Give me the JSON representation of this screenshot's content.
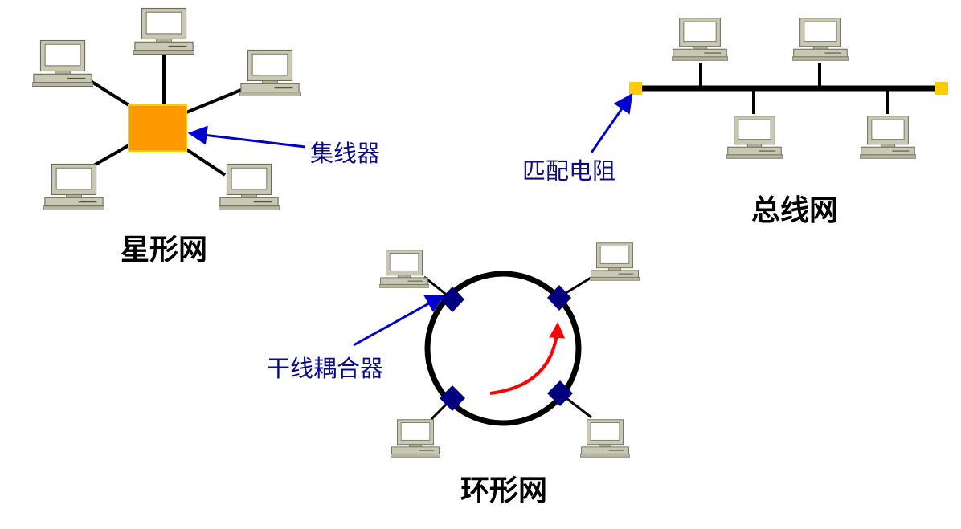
{
  "labels": {
    "hub": "集线器",
    "star": "星形网",
    "terminator": "匹配电阻",
    "bus": "总线网",
    "coupler": "干线耦合器",
    "ring": "环形网"
  },
  "colors": {
    "hub": "#ff9900",
    "terminator": "#ffcc00",
    "coupler": "#000080",
    "callout_arrow": "#0000cc",
    "ring_arrow": "#ff0000",
    "cable": "#000000",
    "computer_body": "#c8c8b4",
    "computer_screen": "#ffffff"
  },
  "icons": {
    "computer": "computer-icon",
    "hub": "hub-icon",
    "terminator": "terminator-icon",
    "coupler": "coupler-icon"
  }
}
